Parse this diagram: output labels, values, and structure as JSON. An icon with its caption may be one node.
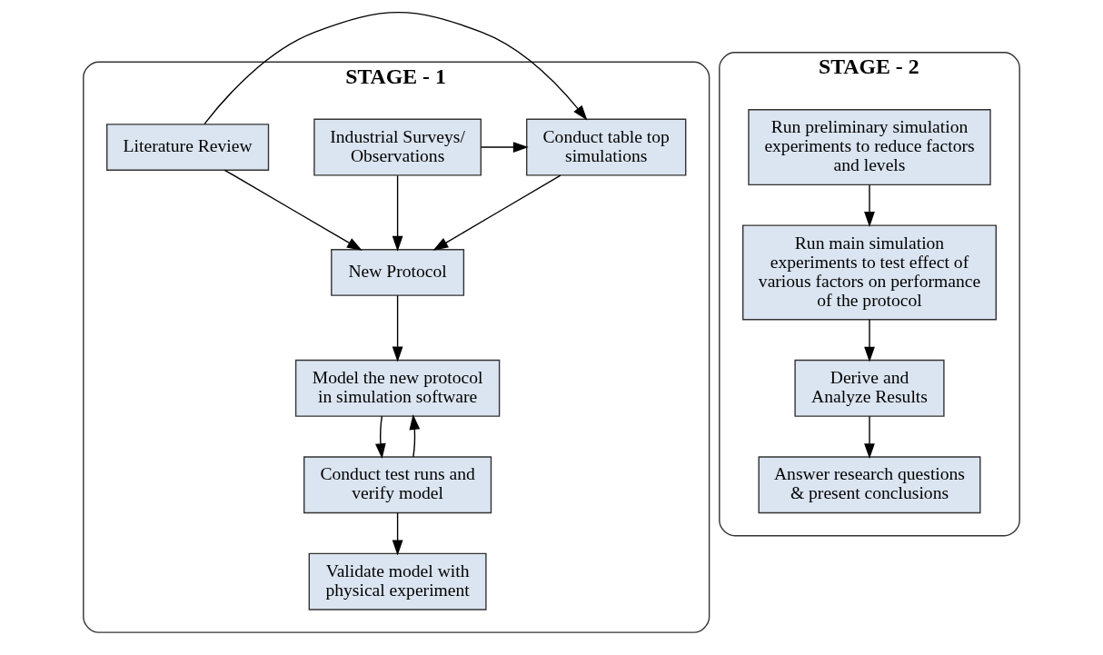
{
  "diagram": {
    "nodes": [
      {
        "text": [
          "STAGE - 1"
        ]
      },
      {
        "text": [
          "Industrial Surveys/ Observations"
        ],
        "in": 0
      },
      {
        "text": [
          "Conduct table top simulations"
        ],
        "in": 0
      },
      {
        "text": [
          "Literature Review"
        ],
        "in": 0
      },
      {
        "text": [
          "New Protocol"
        ],
        "in": 0
      },
      {
        "text": [
          "Model the new protocol in simulation software"
        ],
        "in": 0
      },
      {
        "text": [
          "Conduct test runs and verify model"
        ],
        "in": 0
      },
      {
        "text": [
          "Validate model with physical experiment"
        ],
        "in": 0
      },
      {
        "text": [
          "STAGE - 2"
        ]
      },
      {
        "text": [
          "Run preliminary simulation experiments to reduce factors and levels"
        ],
        "in": 8
      },
      {
        "text": [
          "Run main simulation experiments to test effect of various factors on performance of the protocol"
        ],
        "in": 8
      },
      {
        "text": [
          "Derive and Analyze Results"
        ],
        "in": 8
      },
      {
        "text": [
          "Answer research questions & present conclusions"
        ],
        "in": 8
      }
    ],
    "edges": [
      {
        "from": 1,
        "to": 2,
        "arrow": "to"
      },
      {
        "from": 3,
        "to": 2,
        "arrow": "to"
      },
      {
        "from": 1,
        "to": 4,
        "arrow": "to"
      },
      {
        "from": 2,
        "to": 4,
        "arrow": "to"
      },
      {
        "from": 3,
        "to": 4,
        "arrow": "to"
      },
      {
        "from": 4,
        "to": 5,
        "arrow": "to"
      },
      {
        "from": 5,
        "to": 6,
        "arrow": "to"
      },
      {
        "from": 6,
        "to": 5,
        "arrow": "to"
      },
      {
        "from": 6,
        "to": 7,
        "arrow": "to"
      },
      {
        "from": 9,
        "to": 10,
        "arrow": "to"
      },
      {
        "from": 10,
        "to": 11,
        "arrow": "to"
      },
      {
        "from": 11,
        "to": 12,
        "arrow": "to"
      }
    ]
  }
}
